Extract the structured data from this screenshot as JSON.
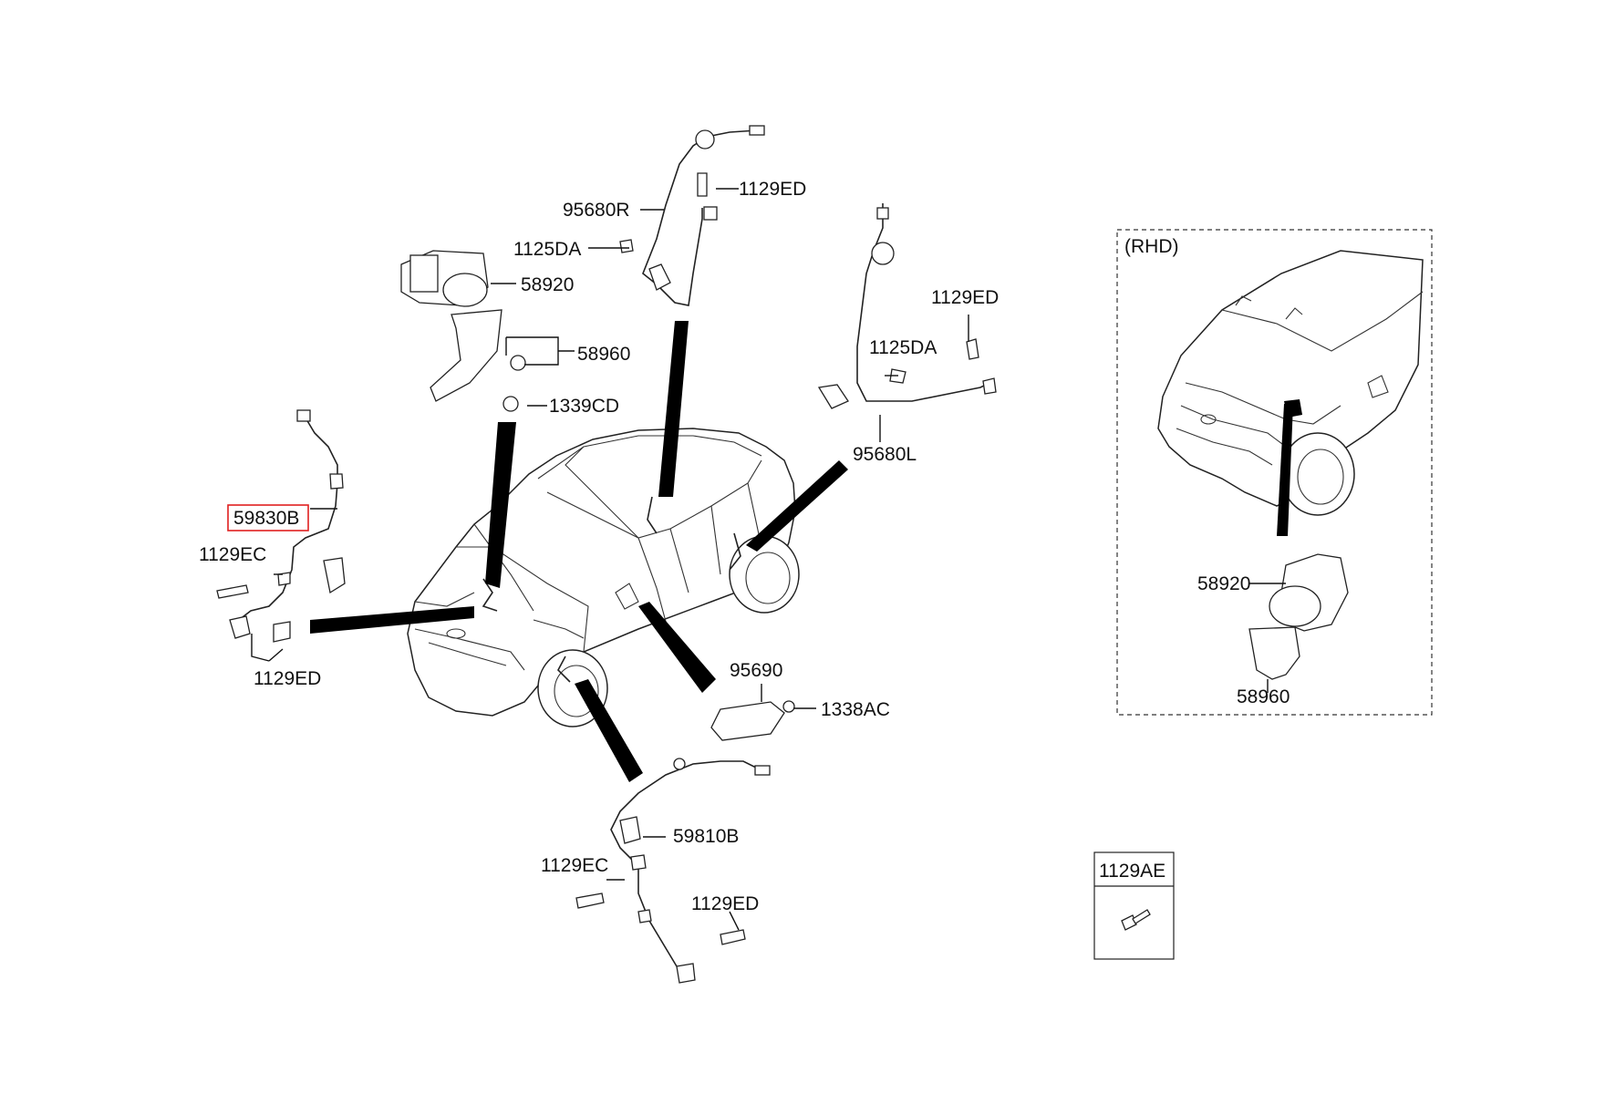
{
  "labels": {
    "p_95680R": "95680R",
    "p_1129ED_top": "1129ED",
    "p_1125DA_left": "1125DA",
    "p_58920": "58920",
    "p_58960": "58960",
    "p_1339CD": "1339CD",
    "p_1129ED_rt": "1129ED",
    "p_1125DA_rt": "1125DA",
    "p_95680L": "95680L",
    "p_59830B": "59830B",
    "p_1129EC_left": "1129EC",
    "p_1129ED_left": "1129ED",
    "p_95690": "95690",
    "p_1338AC": "1338AC",
    "p_59810B": "59810B",
    "p_1129EC_bottom": "1129EC",
    "p_1129ED_bottom": "1129ED"
  },
  "rhd_panel": {
    "title": "(RHD)",
    "p_58920": "58920",
    "p_58960": "58960"
  },
  "part_box": {
    "code": "1129AE"
  },
  "colors": {
    "highlight": "#e02020",
    "line": "#111111"
  }
}
